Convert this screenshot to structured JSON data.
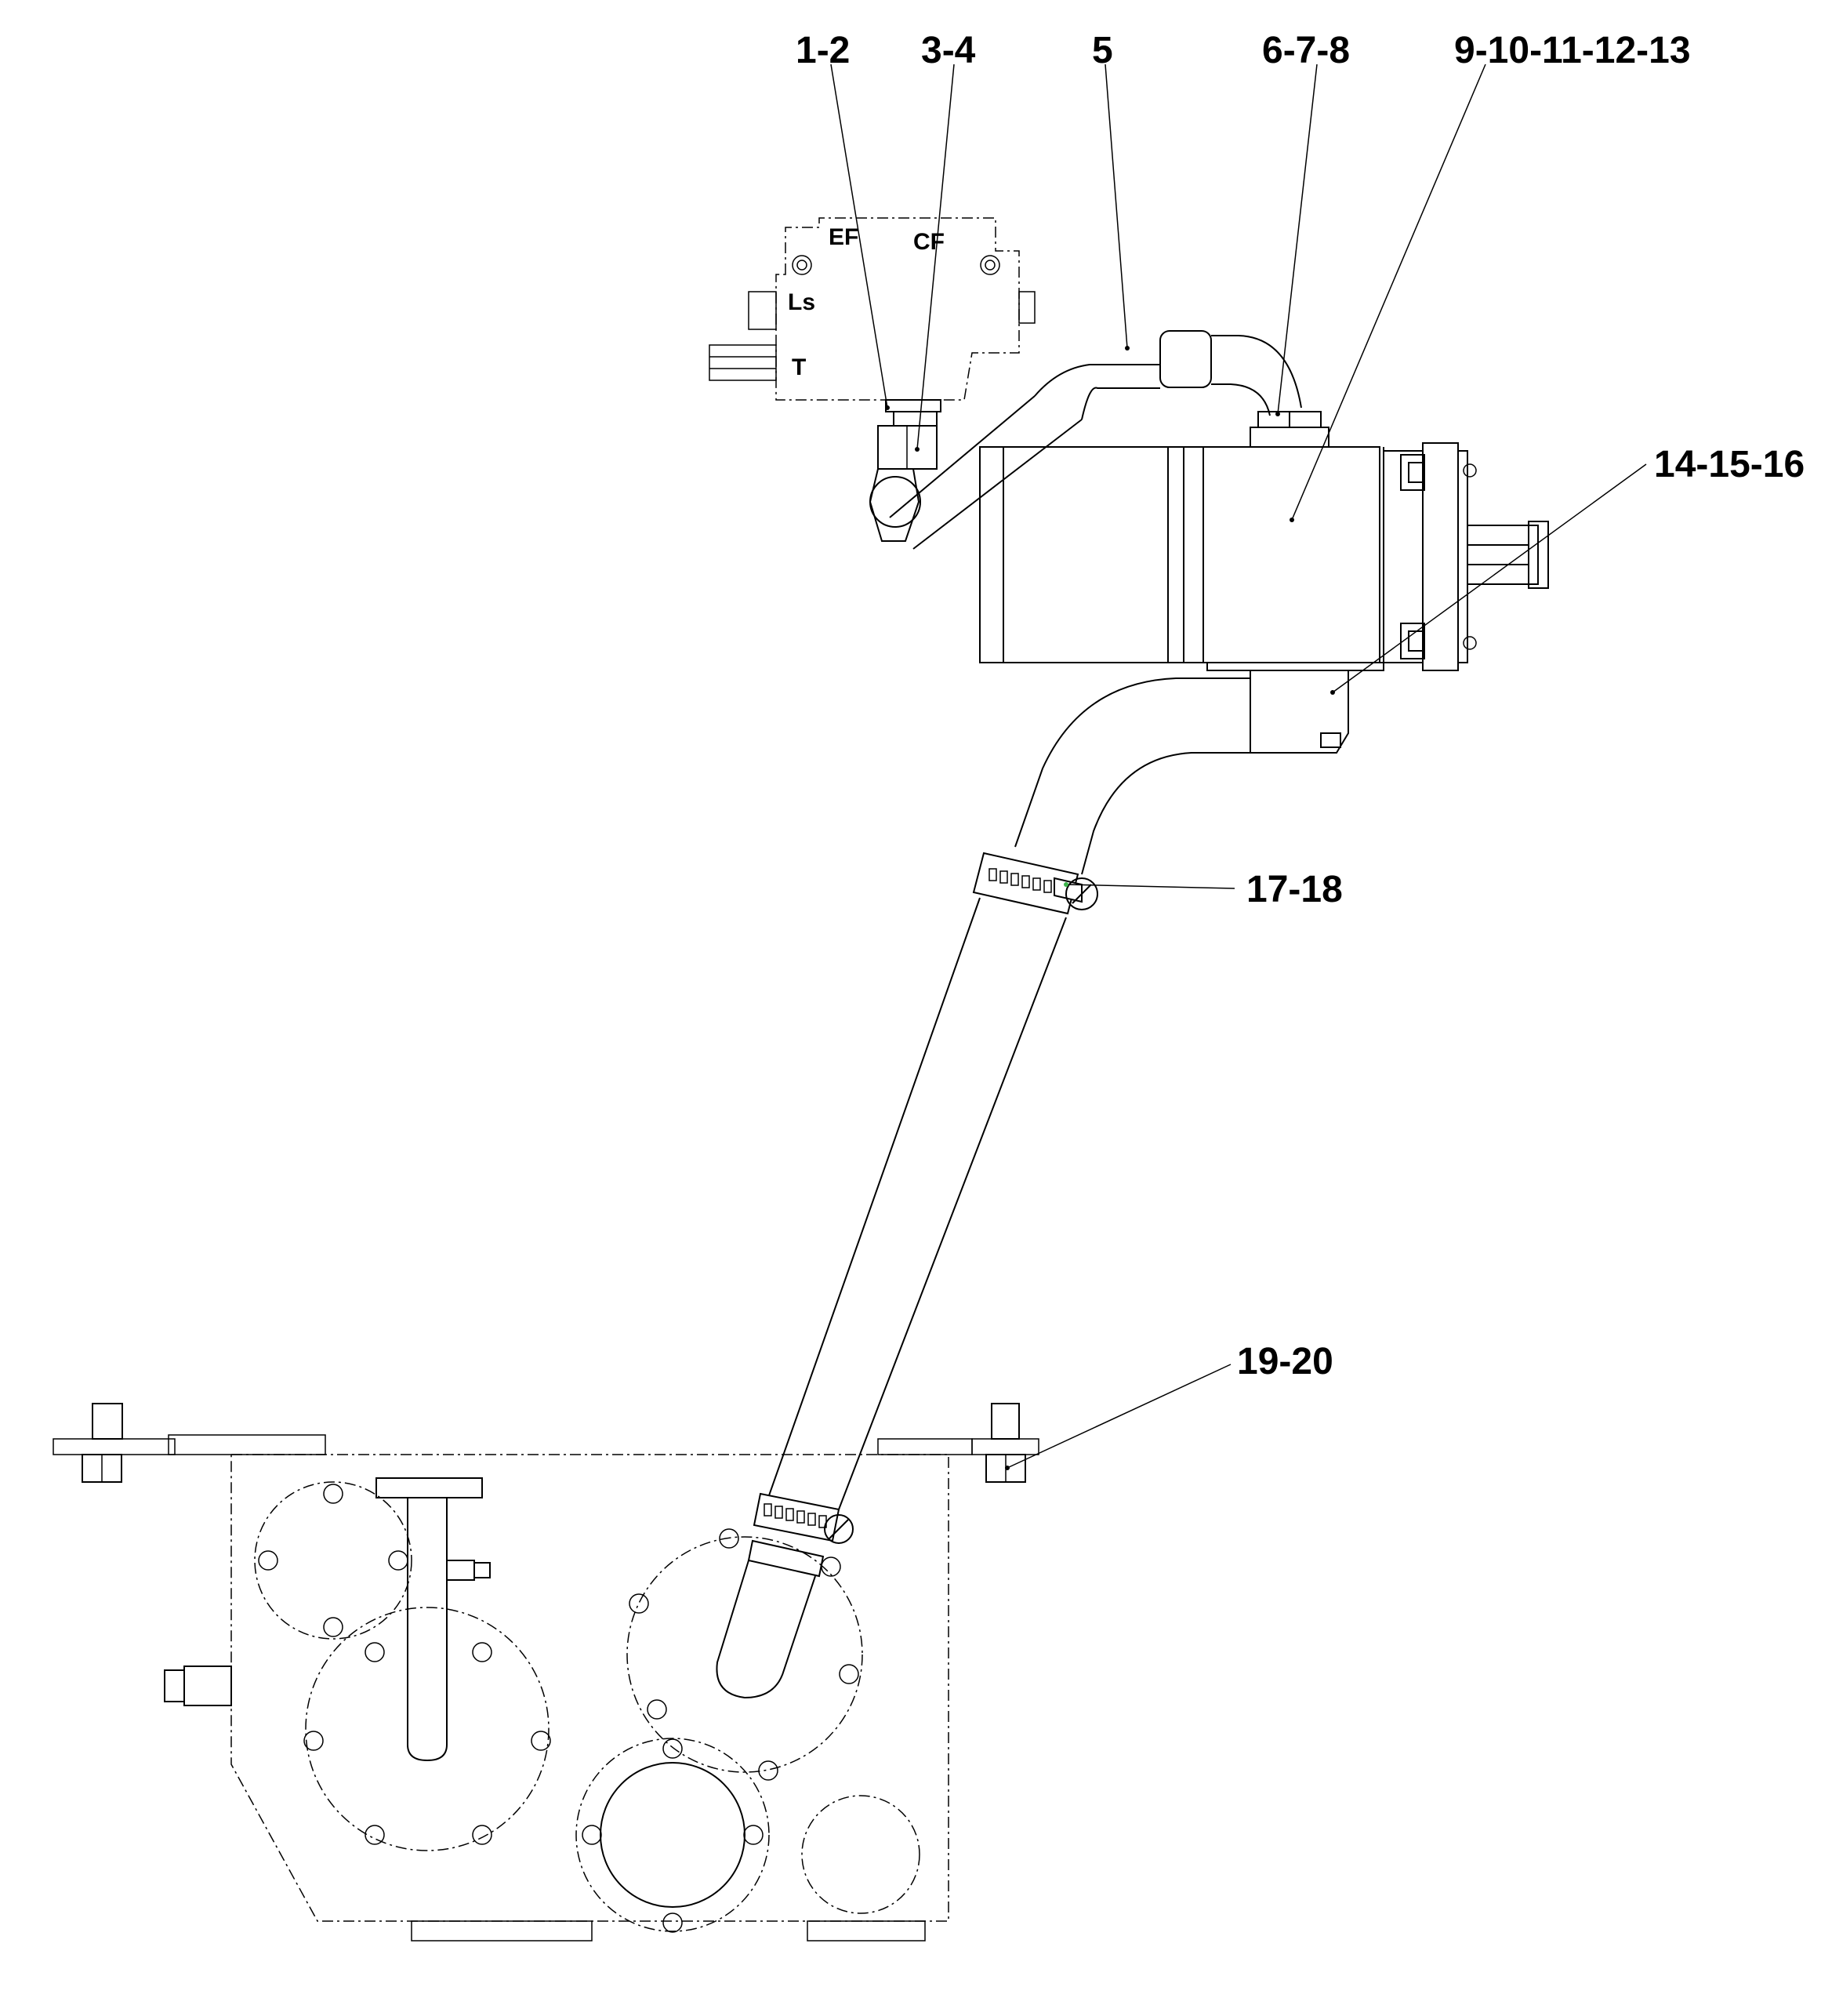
{
  "callouts": [
    {
      "id": "c1",
      "text": "1-2"
    },
    {
      "id": "c2",
      "text": "3-4"
    },
    {
      "id": "c3",
      "text": "5"
    },
    {
      "id": "c4",
      "text": "6-7-8"
    },
    {
      "id": "c5",
      "text": "9-10-11-12-13"
    },
    {
      "id": "c6",
      "text": "14-15-16"
    },
    {
      "id": "c7",
      "text": "17-18"
    },
    {
      "id": "c8",
      "text": "19-20"
    }
  ],
  "valve_ports": {
    "ef": "EF",
    "cf": "CF",
    "ls": "Ls",
    "t": "T"
  }
}
